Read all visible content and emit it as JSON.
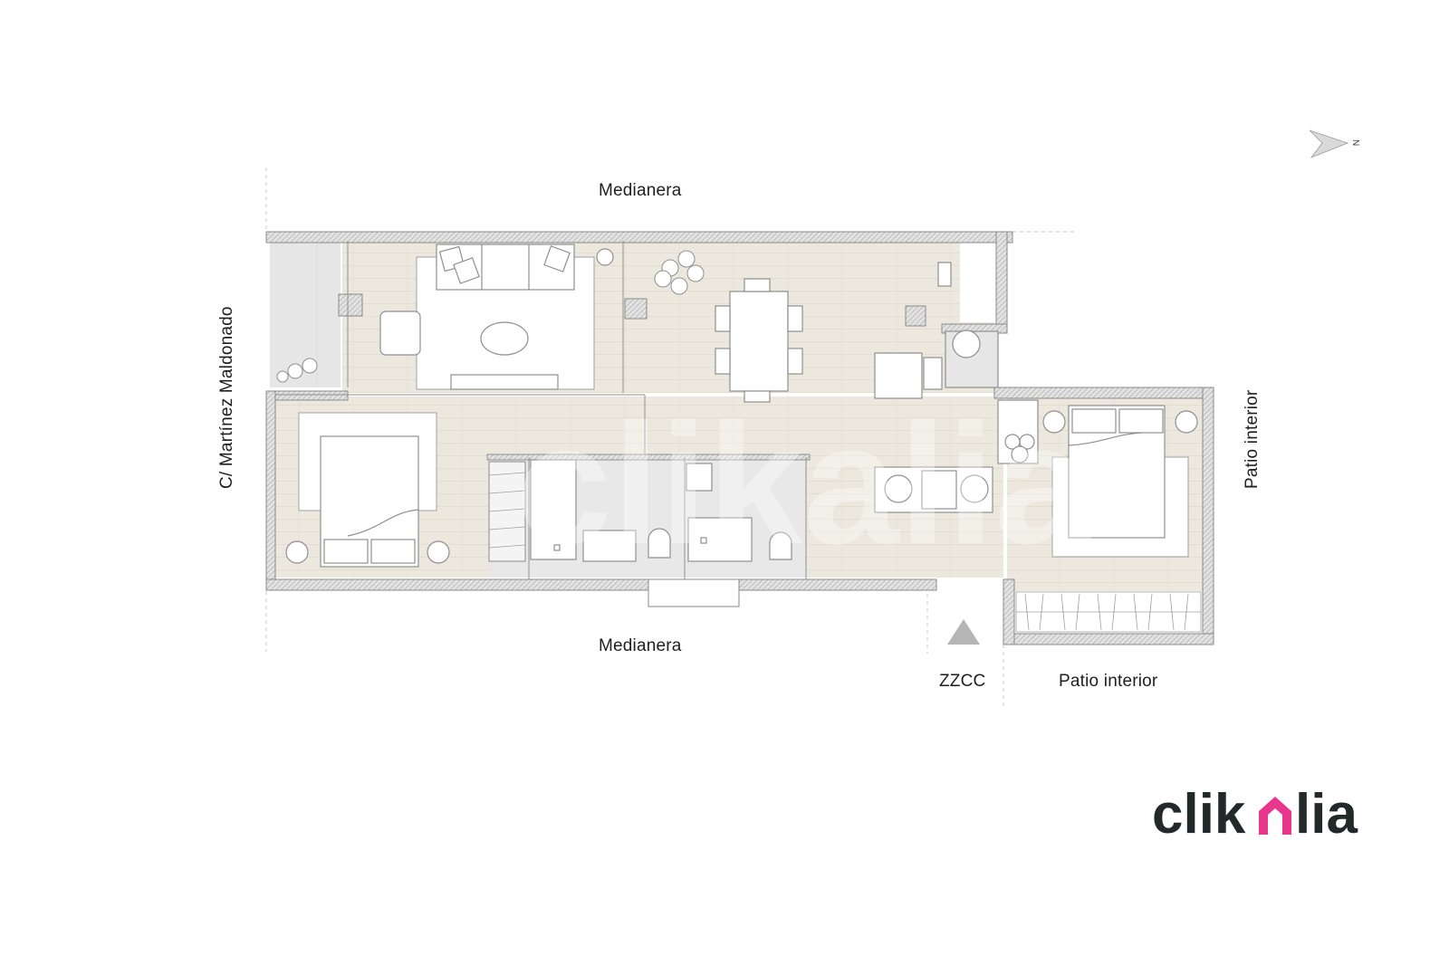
{
  "plan": {
    "labels": {
      "top_neighbor": "Medianera",
      "bottom_neighbor": "Medianera",
      "street": "C/ Martínez Maldonado",
      "right_courtyard": "Patio interior",
      "bottom_courtyard": "Patio interior",
      "common_areas": "ZZCC"
    },
    "compass": {
      "letter": "N"
    },
    "watermark": "clikalia",
    "colors": {
      "floor": "#ece8de",
      "wall": "#c9c9c9",
      "wall_outline": "#8a8a8a",
      "wet_floor": "#e6e6e6",
      "furniture_line": "#8f8f8f",
      "entrance_marker": "#b5b5b5"
    },
    "rooms": [
      {
        "name": "terrace"
      },
      {
        "name": "living-room"
      },
      {
        "name": "dining-kitchen"
      },
      {
        "name": "bedroom-1"
      },
      {
        "name": "bathroom-1"
      },
      {
        "name": "bathroom-2"
      },
      {
        "name": "bedroom-2"
      },
      {
        "name": "laundry"
      }
    ]
  },
  "brand": {
    "name": "clikalia",
    "text_color": "#23282b",
    "accent_color": "#e8368f"
  }
}
